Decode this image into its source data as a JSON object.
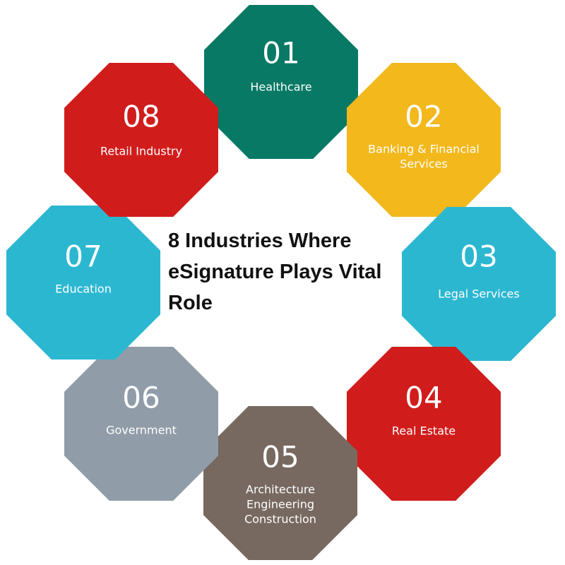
{
  "title": [
    "8 Industries Where",
    "eSignature Plays Vital",
    "Role"
  ],
  "colors": {
    "green": "#077965",
    "yellow": "#f2b81c",
    "cyan": "#2cb7d1",
    "red": "#d11c1c",
    "brown": "#776960",
    "gray": "#909ca8"
  },
  "industries": [
    {
      "number": "01",
      "label": [
        "Healthcare"
      ],
      "color": "#077965"
    },
    {
      "number": "02",
      "label": [
        "Banking & Financial",
        "Services"
      ],
      "color": "#f2b81c"
    },
    {
      "number": "03",
      "label": [
        "Legal Services"
      ],
      "color": "#2cb7d1"
    },
    {
      "number": "04",
      "label": [
        "Real Estate"
      ],
      "color": "#d11c1c"
    },
    {
      "number": "05",
      "label": [
        "Architecture",
        "Engineering",
        "Construction"
      ],
      "color": "#776960"
    },
    {
      "number": "06",
      "label": [
        "Government"
      ],
      "color": "#909ca8"
    },
    {
      "number": "07",
      "label": [
        "Education"
      ],
      "color": "#2cb7d1"
    },
    {
      "number": "08",
      "label": [
        "Retail Industry"
      ],
      "color": "#d11c1c"
    }
  ]
}
